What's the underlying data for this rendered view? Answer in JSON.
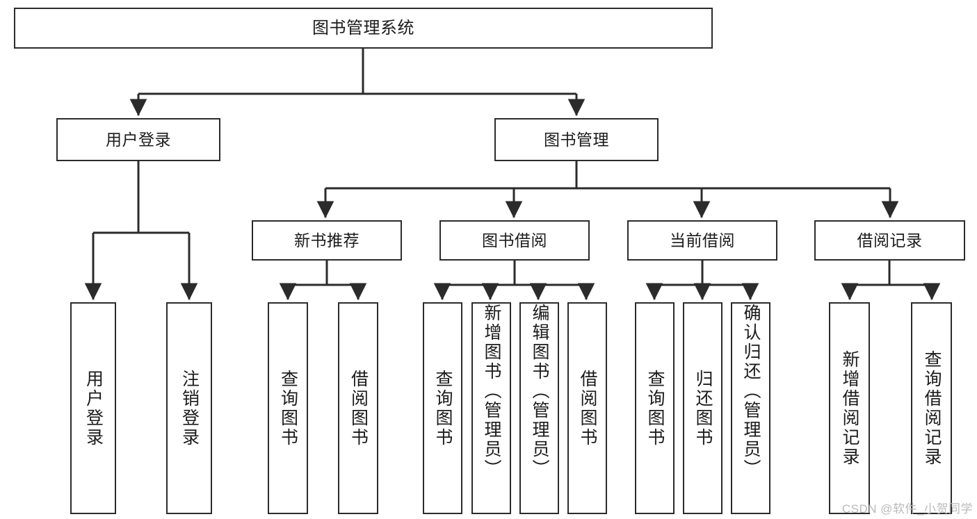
{
  "diagram": {
    "title": "图书管理系统",
    "type": "tree-hierarchy",
    "colors": {
      "box_border": "#2b2b2b",
      "box_fill": "#ffffff",
      "connector": "#2b2b2b",
      "text": "#1b1b1b",
      "watermark": "#b9b9b9"
    },
    "root": {
      "label": "图书管理系统"
    },
    "level2": [
      {
        "label": "用户登录"
      },
      {
        "label": "图书管理"
      }
    ],
    "level3": [
      {
        "label": "新书推荐"
      },
      {
        "label": "图书借阅"
      },
      {
        "label": "当前借阅"
      },
      {
        "label": "借阅记录"
      }
    ],
    "leaves": {
      "user_login": [
        {
          "label": "用户登录"
        },
        {
          "label": "注销登录"
        }
      ],
      "new_book_recommend": [
        {
          "label": "查询图书"
        },
        {
          "label": "借阅图书"
        }
      ],
      "book_borrow": [
        {
          "label": "查询图书"
        },
        {
          "label": "新增图书（管理员）"
        },
        {
          "label": "编辑图书（管理员）"
        },
        {
          "label": "借阅图书"
        }
      ],
      "current_borrow": [
        {
          "label": "查询图书"
        },
        {
          "label": "归还图书"
        },
        {
          "label": "确认归还（管理员）"
        }
      ],
      "borrow_records": [
        {
          "label": "新增借阅记录"
        },
        {
          "label": "查询借阅记录"
        }
      ]
    },
    "watermark": "CSDN @软件_小贺同学"
  }
}
